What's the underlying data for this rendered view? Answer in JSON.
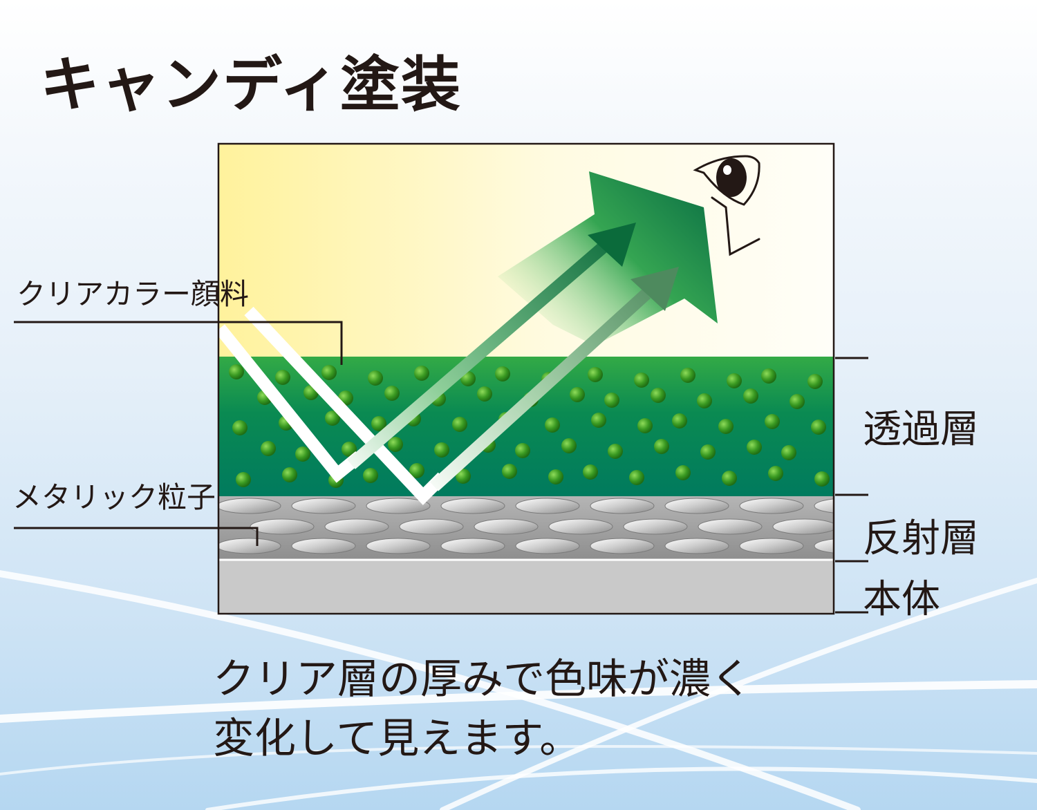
{
  "title": "キャンディ塗装",
  "labels": {
    "clear_color_pigment": "クリアカラー顔料",
    "metallic_particles": "メタリック粒子",
    "transmission_layer": "透過層",
    "reflection_layer": "反射層",
    "body": "本体"
  },
  "caption": {
    "line1": "クリア層の厚みで色味が濃く",
    "line2": "変化して見えます。"
  },
  "colors": {
    "clear_layer_top": "#2fa84a",
    "clear_layer_bottom": "#007a5e",
    "pigment_dot": "#3a9a22",
    "metallic_layer": "#9a9a9a",
    "body_layer": "#c9c9c9",
    "sky_left": "#fff3a0",
    "sky_right": "#fffdf5",
    "text": "#231815"
  },
  "icons": [
    "eye-icon",
    "light-arrow-icon",
    "large-reflection-arrow-icon"
  ]
}
